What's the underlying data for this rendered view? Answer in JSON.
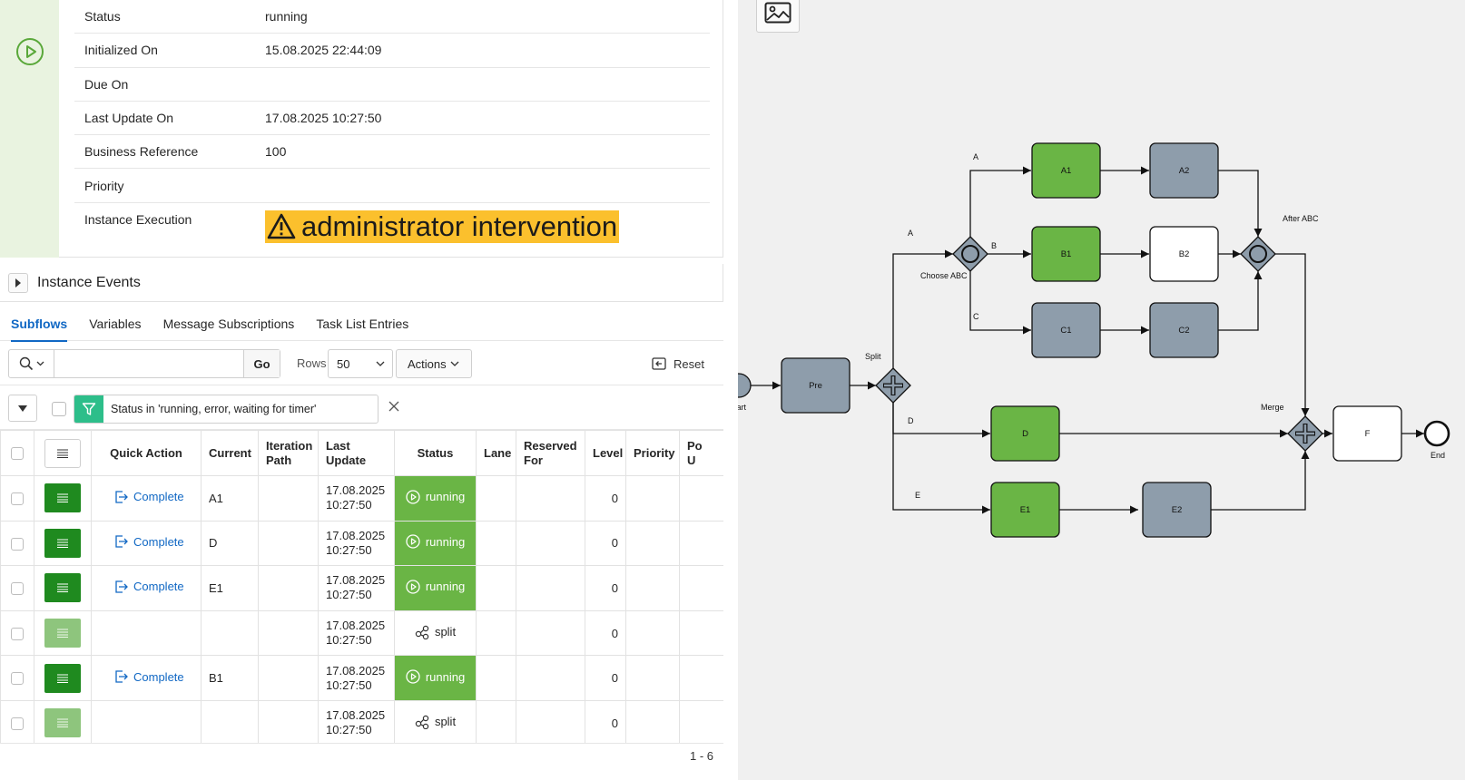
{
  "details": {
    "rows": [
      {
        "label": "Status",
        "value": "running"
      },
      {
        "label": "Initialized On",
        "value": "15.08.2025 22:44:09"
      },
      {
        "label": "Due On",
        "value": ""
      },
      {
        "label": "Last Update On",
        "value": "17.08.2025 10:27:50"
      },
      {
        "label": "Business Reference",
        "value": "100"
      },
      {
        "label": "Priority",
        "value": ""
      }
    ],
    "execution_label": "Instance Execution",
    "execution_value": "administrator intervention"
  },
  "events": {
    "title": "Instance Events"
  },
  "tabs": [
    {
      "label": "Subflows",
      "active": true
    },
    {
      "label": "Variables",
      "active": false
    },
    {
      "label": "Message Subscriptions",
      "active": false
    },
    {
      "label": "Task List Entries",
      "active": false
    }
  ],
  "toolbar": {
    "search_value": "",
    "go_label": "Go",
    "rows_label": "Rows",
    "rows_value": "50",
    "actions_label": "Actions",
    "reset_label": "Reset"
  },
  "filter": {
    "text": "Status in 'running, error, waiting for timer'"
  },
  "grid": {
    "columns": {
      "quick_action": "Quick Action",
      "current": "Current",
      "iteration_path_1": "Iteration",
      "iteration_path_2": "Path",
      "last_update_1": "Last",
      "last_update_2": "Update",
      "status": "Status",
      "lane": "Lane",
      "reserved_for_1": "Reserved",
      "reserved_for_2": "For",
      "level": "Level",
      "priority": "Priority",
      "po_1": "Po",
      "po_2": "U"
    },
    "rows": [
      {
        "quick_action": "Complete",
        "current": "A1",
        "date": "17.08.2025",
        "time": "10:27:50",
        "status": "running",
        "level": "0"
      },
      {
        "quick_action": "Complete",
        "current": "D",
        "date": "17.08.2025",
        "time": "10:27:50",
        "status": "running",
        "level": "0"
      },
      {
        "quick_action": "Complete",
        "current": "E1",
        "date": "17.08.2025",
        "time": "10:27:50",
        "status": "running",
        "level": "0"
      },
      {
        "quick_action": "",
        "current": "",
        "date": "17.08.2025",
        "time": "10:27:50",
        "status": "split",
        "level": "0"
      },
      {
        "quick_action": "Complete",
        "current": "B1",
        "date": "17.08.2025",
        "time": "10:27:50",
        "status": "running",
        "level": "0"
      },
      {
        "quick_action": "",
        "current": "",
        "date": "17.08.2025",
        "time": "10:27:50",
        "status": "split",
        "level": "0"
      }
    ],
    "pagination": "1 - 6"
  },
  "diagram": {
    "colors": {
      "active": "#6ab545",
      "completed": "#8e9dab",
      "pending": "#ffffff"
    },
    "tasks": {
      "pre": "Pre",
      "a1": "A1",
      "a2": "A2",
      "b1": "B1",
      "b2": "B2",
      "c1": "C1",
      "c2": "C2",
      "d": "D",
      "e1": "E1",
      "e2": "E2",
      "f": "F"
    },
    "labels": {
      "start": "Start",
      "end": "End",
      "split": "Split",
      "merge": "Merge",
      "choose_abc": "Choose ABC",
      "after_abc": "After ABC",
      "flow_a_outer": "A",
      "flow_a": "A",
      "flow_b": "B",
      "flow_c": "C",
      "flow_d": "D",
      "flow_e": "E"
    }
  }
}
